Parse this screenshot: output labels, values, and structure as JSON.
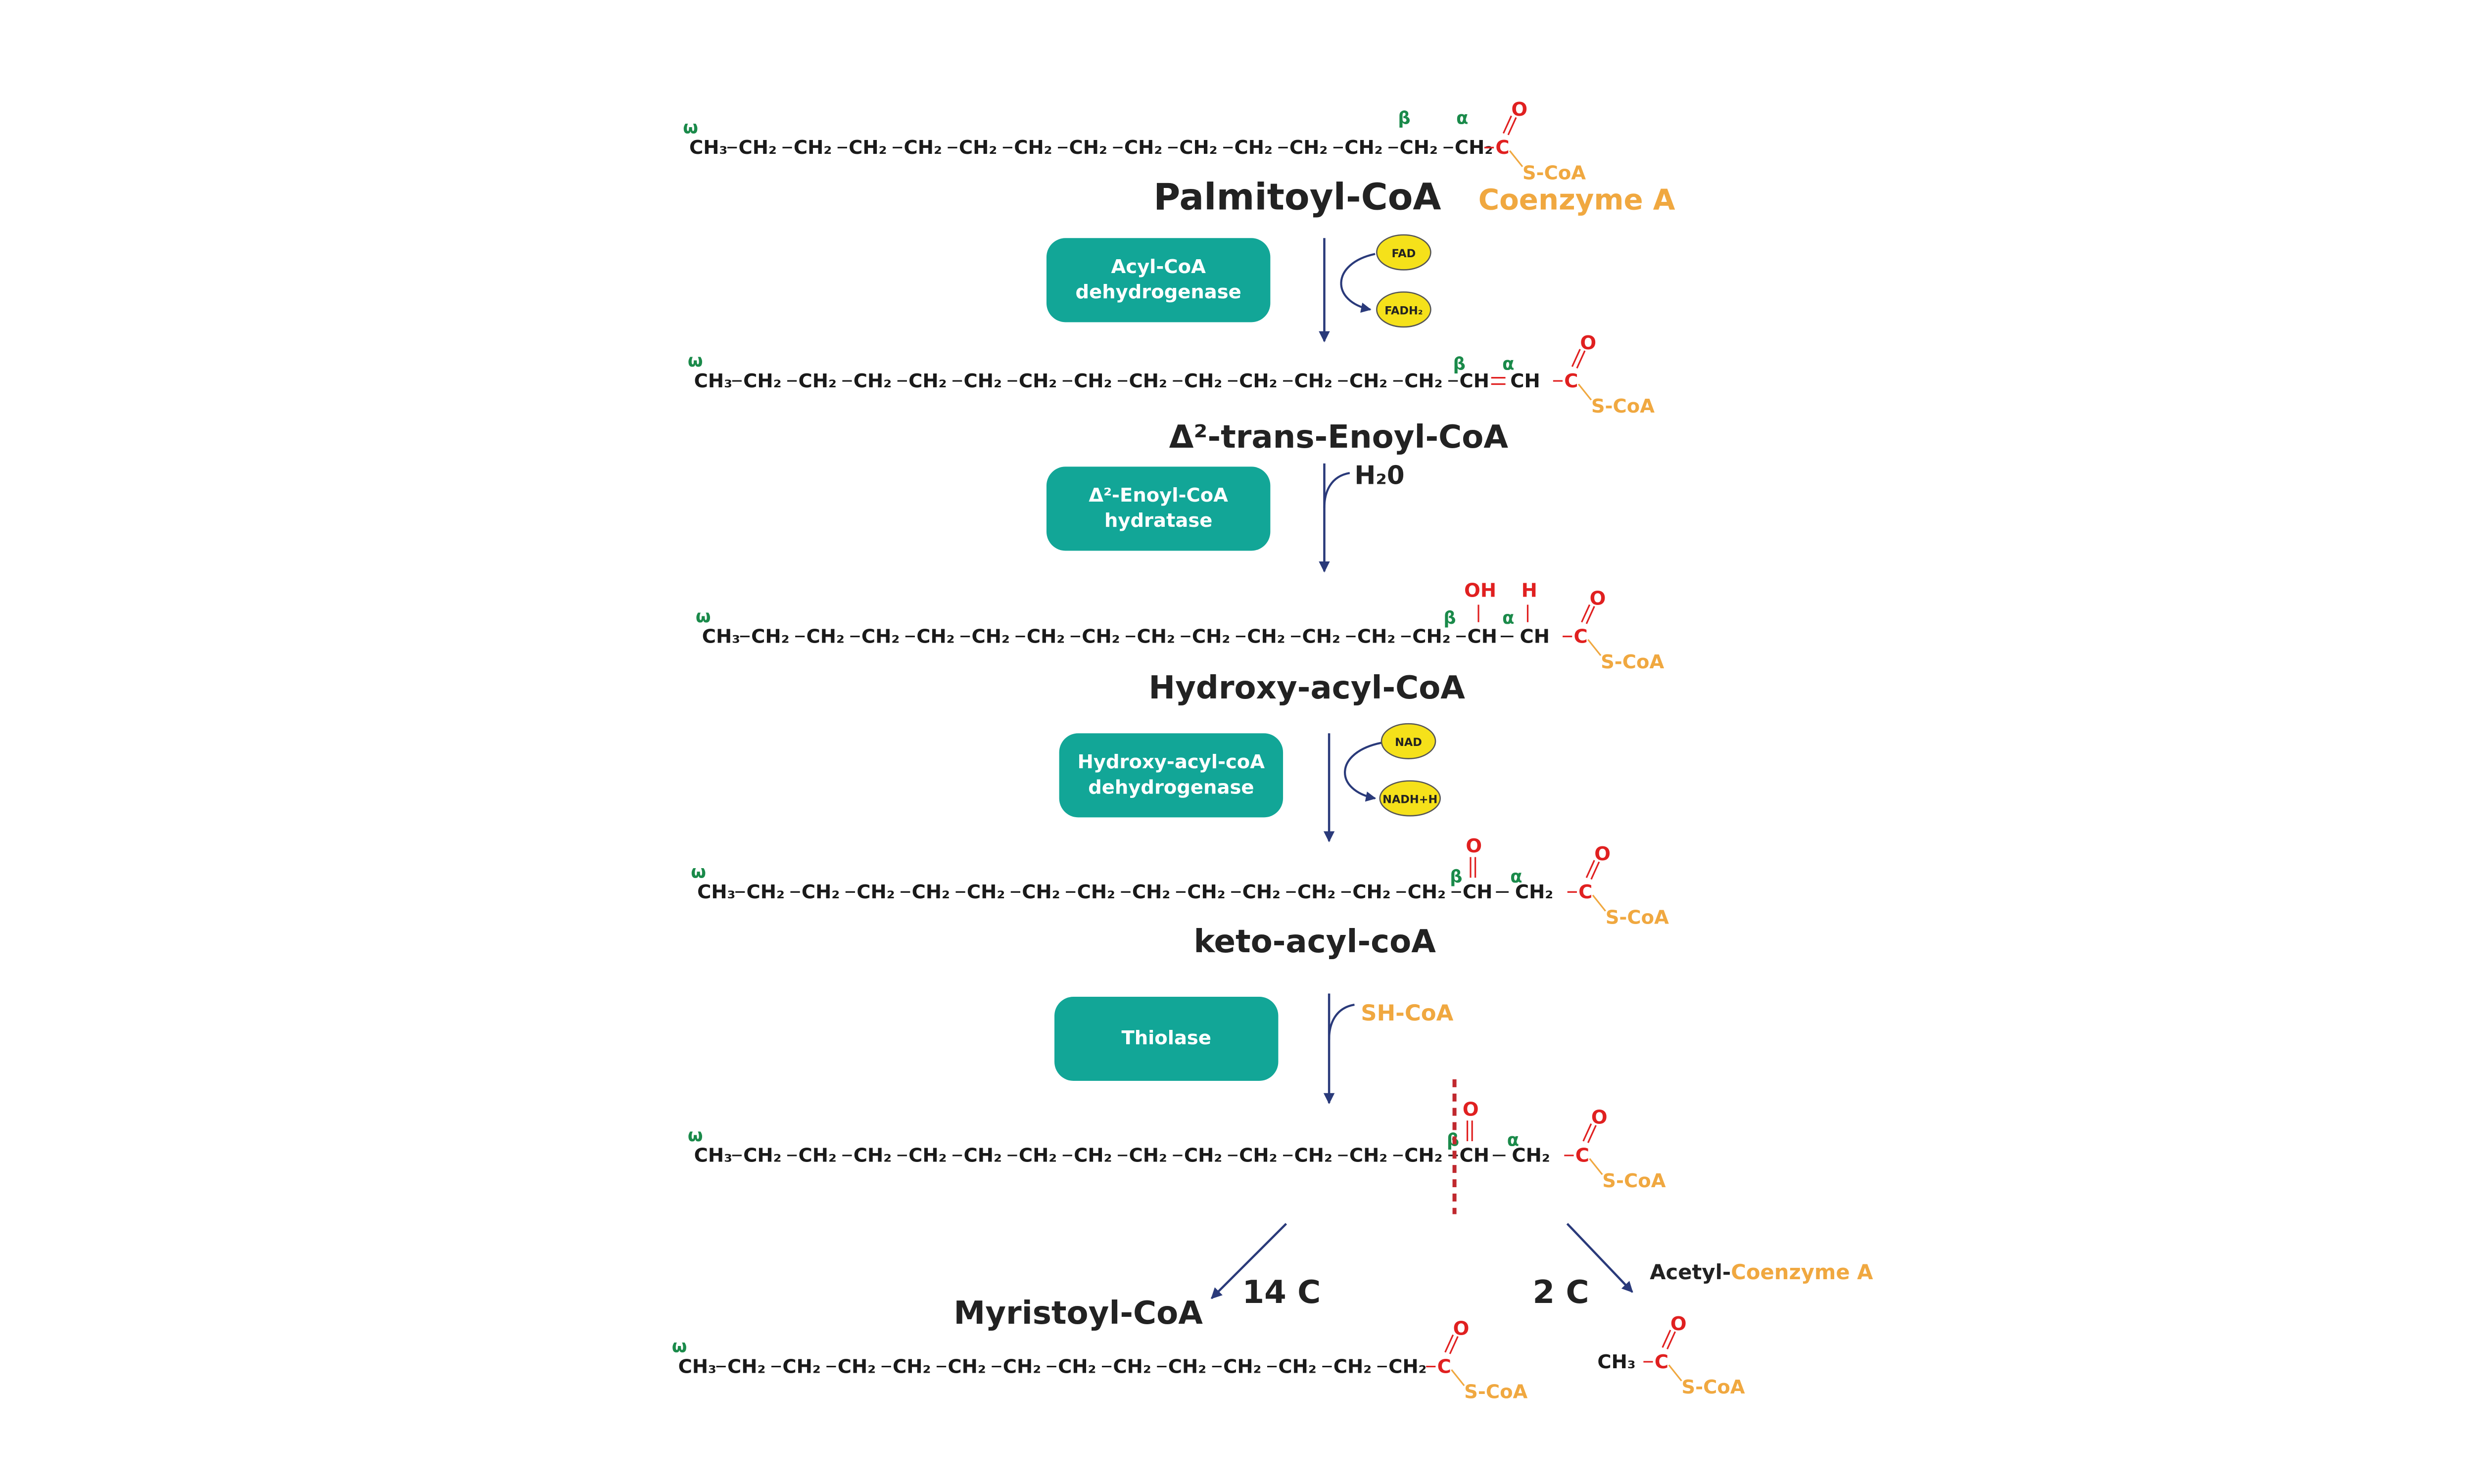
{
  "colors": {
    "chain": "#1a1a1a",
    "carbonyl": "#e02020",
    "coa": "#f0a840",
    "greek": "#1a8a4a",
    "enzyme_fill": "#12a697",
    "enzyme_text": "#ffffff",
    "cofactor_fill": "#f5e11a",
    "arrow": "#2a3a7a",
    "cleavage": "#c0282e"
  },
  "labels": {
    "ch3": "CH₃",
    "ch2": "CH₂",
    "ch": "CH",
    "c": "C",
    "o": "O",
    "oh": "OH",
    "h": "H",
    "scoa": "S-CoA",
    "omega": "ω",
    "alpha": "α",
    "beta": "β"
  },
  "molecules": {
    "palmitoyl": "Palmitoyl-CoA",
    "coenzyme_a": "Coenzyme A",
    "enoyl": "Δ²-trans-Enoyl-CoA",
    "hydroxy": "Hydroxy-acyl-CoA",
    "keto": "keto-acyl-coA",
    "myristoyl": "Myristoyl-CoA",
    "acetyl_prefix": "Acetyl-",
    "acetyl_suffix": "Coenzyme A"
  },
  "enzymes": [
    {
      "line1": "Acyl-CoA",
      "line2": "dehydrogenase"
    },
    {
      "line1": "Δ²-Enoyl-CoA",
      "line2": "hydratase"
    },
    {
      "line1": "Hydroxy-acyl-coA",
      "line2": "dehydrogenase"
    },
    {
      "line1": "Thiolase",
      "line2": ""
    }
  ],
  "cofactors": {
    "fad": "FAD",
    "fadh2": "FADH₂",
    "h2o": "H₂0",
    "nad": "NAD",
    "nadh": "NADH+H",
    "shcoa": "SH-CoA"
  },
  "products": {
    "c14": "14 C",
    "c2": "2 C"
  }
}
